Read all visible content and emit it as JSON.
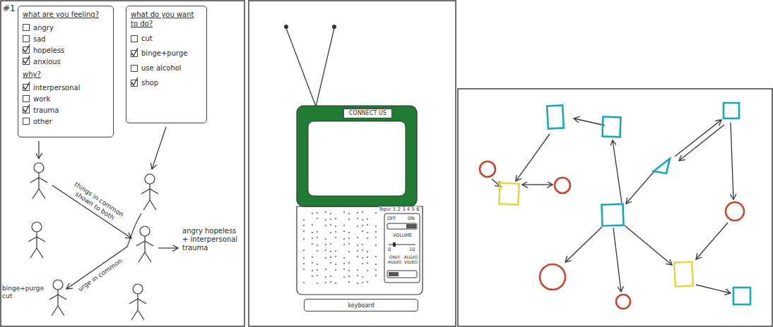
{
  "diagram": {
    "nodes": [
      {
        "text": [
          "what are you feeling?",
          "angry",
          "sad",
          "hopeless",
          "anxious",
          "why?",
          "interpersonal",
          "work",
          "trauma",
          "other"
        ]
      },
      {
        "text": [
          "what do you want to do?",
          "cut",
          "binge+purge",
          "use alcohol",
          "shop"
        ]
      },
      {
        "text": [
          "CONNECT US"
        ]
      },
      {
        "text": [
          "keyboard"
        ]
      }
    ],
    "labels": [
      "#1",
      "things in common shown to both",
      "urge in common",
      "angry hopeless + interpersonal trauma",
      "binge+purge cut",
      "Topic 1 2 3 4 5 6",
      "OFF",
      "ON",
      "VOLUME",
      "0",
      "10",
      "ONLY AUDIO",
      "AUDIO VIDEO"
    ]
  }
}
